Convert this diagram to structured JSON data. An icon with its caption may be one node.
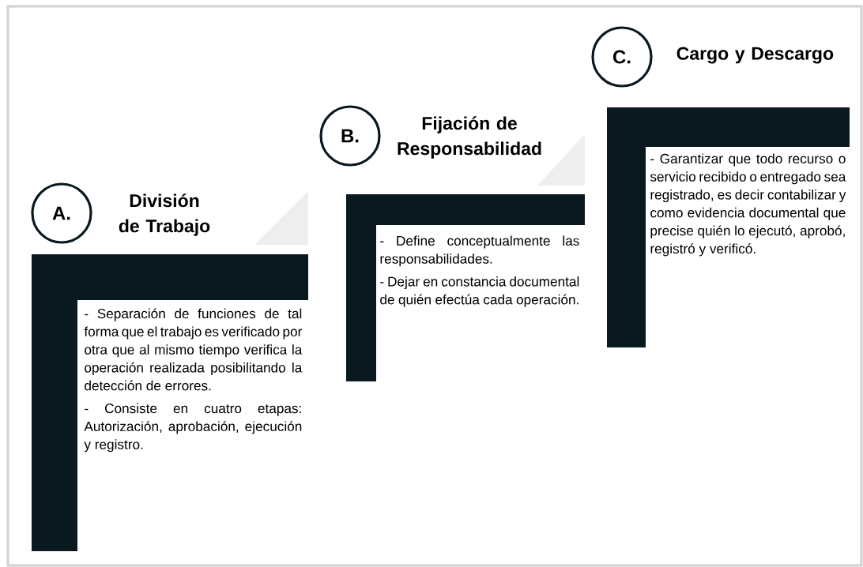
{
  "diagram": {
    "nodes": [
      {
        "text": [
          "A."
        ],
        "beside": [
          "División de Trabajo"
        ]
      },
      {
        "text": [
          "- Separación de funciones de tal forma que el trabajo es verificado por otra que al mismo tiempo verifica la operación realizada posibilitando la detección de errores.",
          "- Consiste en cuatro etapas: Autorización, aprobación, ejecución y registro."
        ]
      },
      {
        "text": [
          "B."
        ],
        "beside": [
          "Fijación de Responsabilidad"
        ]
      },
      {
        "text": [
          "- Define conceptualmente las responsabilidades.",
          "- Dejar en constancia documental de quién efectúa cada operación."
        ]
      },
      {
        "text": [
          "C."
        ],
        "beside": [
          "Cargo y Descargo"
        ]
      },
      {
        "text": [
          "- Garantizar que todo recurso o servicio recibido o entregado sea registrado, es decir contabilizar y como evidencia documental que precise quién lo ejecutó, aprobó, registró y verificó."
        ]
      }
    ]
  }
}
